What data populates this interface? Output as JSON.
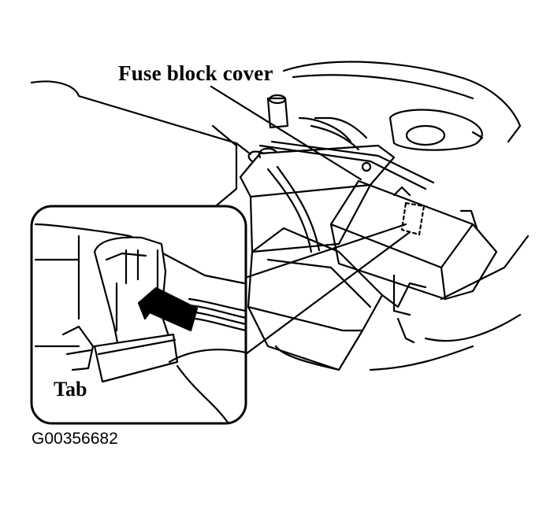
{
  "labels": {
    "fuse_block_cover": "Fuse block cover",
    "tab": "Tab",
    "figure_code": "G00356682"
  },
  "colors": {
    "line": "#000000",
    "background": "#ffffff"
  }
}
